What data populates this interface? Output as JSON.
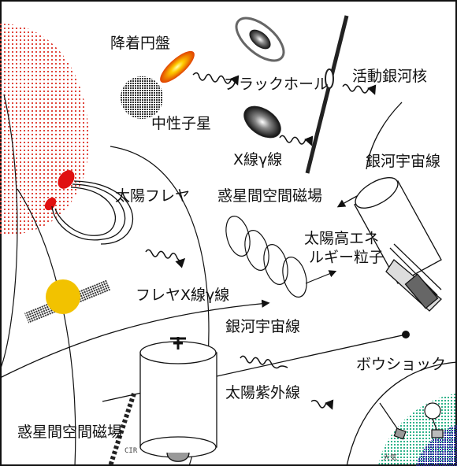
{
  "labels": {
    "accretion_disk": "降着円盤",
    "black_hole": "ブラックホール",
    "agn": "活動銀河核",
    "neutron_star": "中性子星",
    "xray_gamma": "X線γ線",
    "galactic_cosmic_rays_top": "銀河宇宙線",
    "solar_flare": "太陽フレヤ",
    "imf_center": "惑星間空間磁場",
    "solar_energetic_particles_line1": "太陽高エネ",
    "solar_energetic_particles_line2": "ルギー粒子",
    "flare_xray_gamma": "フレヤX線γ線",
    "galactic_cosmic_rays_mid": "銀河宇宙線",
    "bow_shock": "ボウショック",
    "solar_uv": "太陽紫外線",
    "imf_bottom": "惑星間空間磁場",
    "cir": "CIR",
    "atmosphere": "大気"
  },
  "colors": {
    "sun_dots": "#e0463c",
    "flare": "#e01010",
    "planet": "#f2c200",
    "disk_orange": "#ff8a00",
    "earth_green": "#2fb38a",
    "earth_blue": "#2b2f9e"
  }
}
